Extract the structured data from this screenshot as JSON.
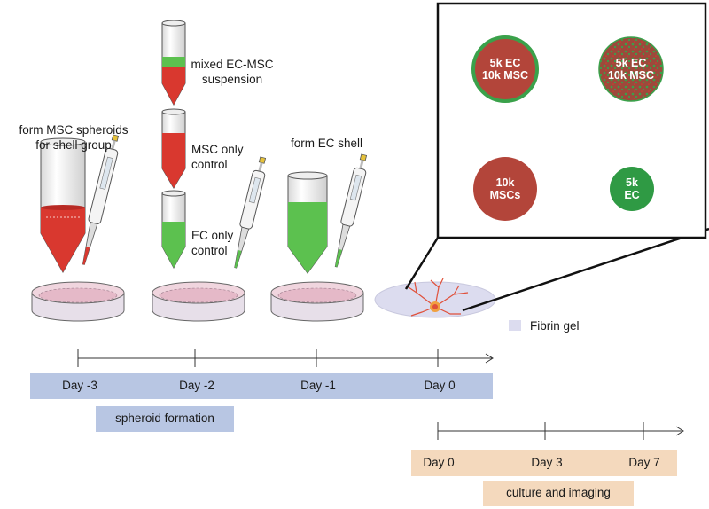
{
  "steps": {
    "msc_spheroids": [
      "form MSC spheroids",
      "for shell group"
    ],
    "mixed": [
      "mixed EC-MSC",
      "suspension"
    ],
    "msc_only": [
      "MSC only",
      "control"
    ],
    "ec_only": [
      "EC only",
      "control"
    ],
    "ec_shell": "form EC shell"
  },
  "fibrin_gel": "Fibrin gel",
  "spheroids": [
    {
      "lines": [
        "5k EC",
        "10k MSC"
      ],
      "fill": "#b3453a",
      "ring": "#3aa14a"
    },
    {
      "lines": [
        "5k EC",
        "10k MSC"
      ],
      "fill": "#9c4a3b",
      "ring": "#3aa14a"
    },
    {
      "lines": [
        "10k",
        "MSCs"
      ],
      "fill": "#b3453a",
      "ring": ""
    },
    {
      "lines": [
        "5k",
        "EC"
      ],
      "fill": "#2f9a44",
      "ring": ""
    }
  ],
  "timeline1": {
    "days": [
      "Day -3",
      "Day -2",
      "Day -1",
      "Day 0"
    ],
    "label": "spheroid formation"
  },
  "timeline2": {
    "days": [
      "Day 0",
      "Day 3",
      "Day 7"
    ],
    "label": "culture and imaging"
  },
  "colors": {
    "red_suspension": "#d9382f",
    "green_suspension": "#5cc14f",
    "timeline_band": "#b8c6e3",
    "culture_band": "#f4d9bd",
    "gel": "#dcdcef"
  }
}
